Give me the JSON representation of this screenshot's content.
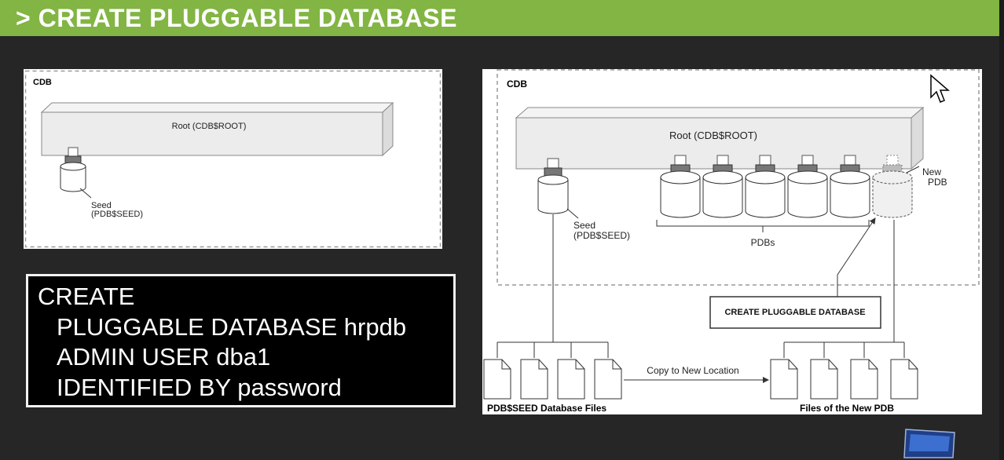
{
  "slide": {
    "title": ">  CREATE PLUGGABLE DATABASE",
    "colors": {
      "title_bg": "#82b543",
      "background": "#262626"
    }
  },
  "left_diagram": {
    "cdb_label": "CDB",
    "root_label": "Root (CDB$ROOT)",
    "seed_label_1": "Seed",
    "seed_label_2": "(PDB$SEED)"
  },
  "code_box": {
    "lines": [
      "CREATE",
      "PLUGGABLE DATABASE hrpdb",
      "ADMIN USER dba1",
      "IDENTIFIED BY password"
    ]
  },
  "right_diagram": {
    "cdb_label": "CDB",
    "root_label": "Root (CDB$ROOT)",
    "seed_label_1": "Seed",
    "seed_label_2": "(PDB$SEED)",
    "pdbs_label": "PDBs",
    "new_pdb_label_1": "New",
    "new_pdb_label_2": "PDB",
    "command_label": "CREATE PLUGGABLE DATABASE",
    "copy_label": "Copy to New Location",
    "seed_files_label": "PDB$SEED Database Files",
    "new_files_label": "Files of the New PDB"
  },
  "icons": [
    "mouse-cursor-icon",
    "taskbar-app-icon"
  ]
}
